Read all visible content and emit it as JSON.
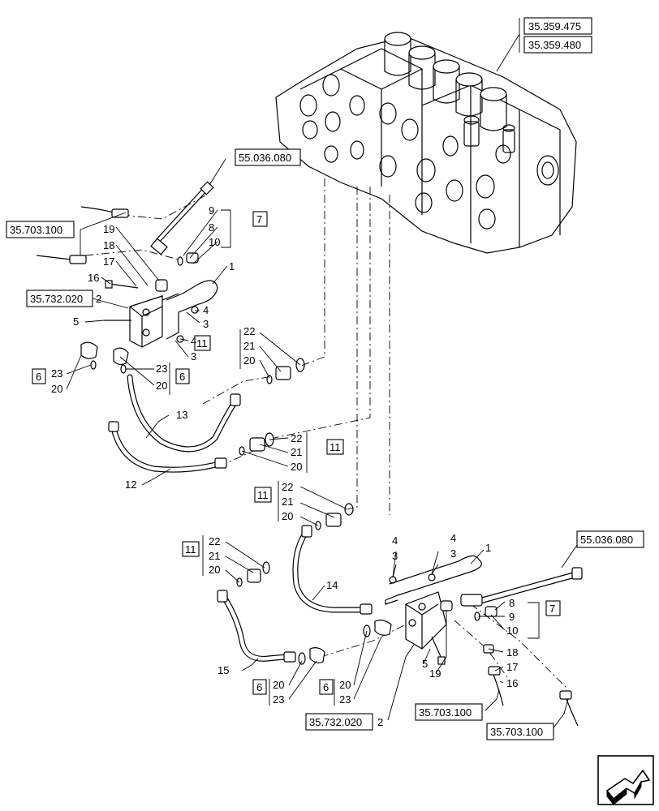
{
  "references": {
    "valve_ref_1": "35.359.475",
    "valve_ref_2": "35.359.480",
    "sensor_ref_top": "55.036.080",
    "hose_ref_top": "35.703.100",
    "block_ref_top": "35.732.020",
    "sensor_ref_bottom": "55.036.080",
    "block_ref_bottom": "35.732.020",
    "hose_ref_bottom_1": "35.703.100",
    "hose_ref_bottom_2": "35.703.100"
  },
  "kit_boxes": {
    "kit_7": "7",
    "kit_11": "11",
    "kit_6": "6"
  },
  "callouts": {
    "n1": "1",
    "n2": "2",
    "n3": "3",
    "n4": "4",
    "n5": "5",
    "n8": "8",
    "n9": "9",
    "n10": "10",
    "n12": "12",
    "n13": "13",
    "n14": "14",
    "n15": "15",
    "n16": "16",
    "n17": "17",
    "n18": "18",
    "n19": "19",
    "n20": "20",
    "n21": "21",
    "n22": "22",
    "n23": "23"
  },
  "nav": {
    "icon": "next-page-arrow-icon"
  }
}
